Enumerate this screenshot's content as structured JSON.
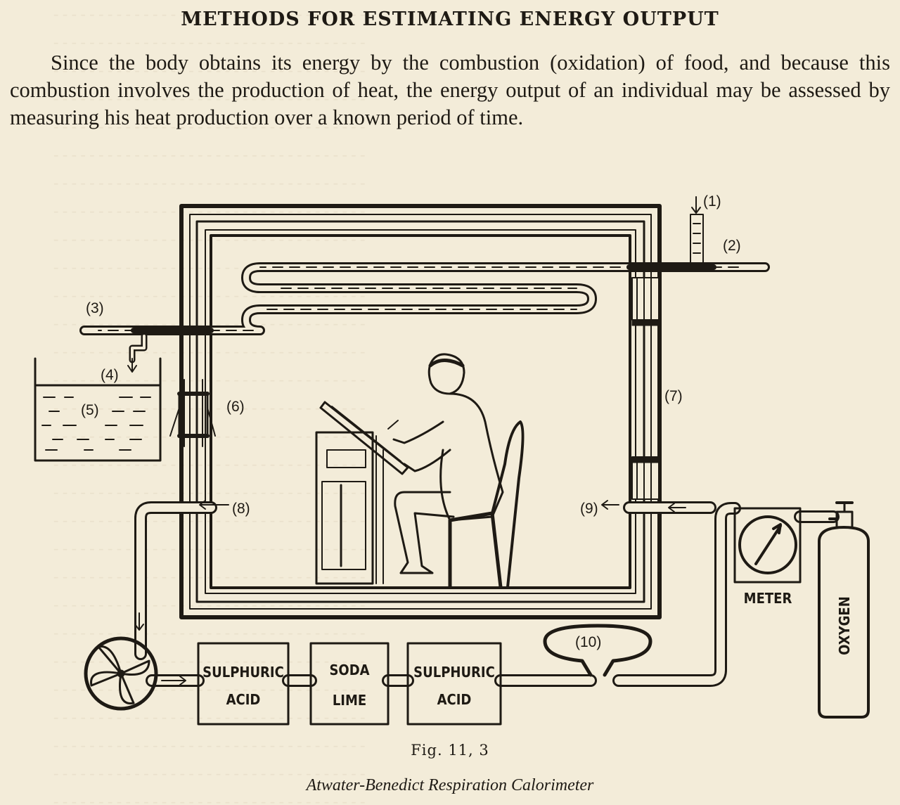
{
  "heading": "METHODS FOR ESTIMATING ENERGY OUTPUT",
  "intro": "Since the body obtains its energy by the combustion (oxidation) of food, and because this combustion involves the production of heat, the energy output of an individual may be assessed by measuring his heat production over a known period of time.",
  "diagram": {
    "labels": [
      "(1)",
      "(2)",
      "(3)",
      "(4)",
      "(5)",
      "(6)",
      "(7)",
      "(8)",
      "(9)",
      "(10)"
    ],
    "box_sulphuric_1": [
      "SULPHURIC",
      "ACID"
    ],
    "box_soda": [
      "SODA",
      "LIME"
    ],
    "box_sulphuric_2": [
      "SULPHURIC",
      "ACID"
    ],
    "meter": "METER",
    "oxygen": "OXYGEN"
  },
  "figure": {
    "number": "Fig. 11, 3",
    "caption": "Atwater-Benedict Respiration Calorimeter"
  }
}
